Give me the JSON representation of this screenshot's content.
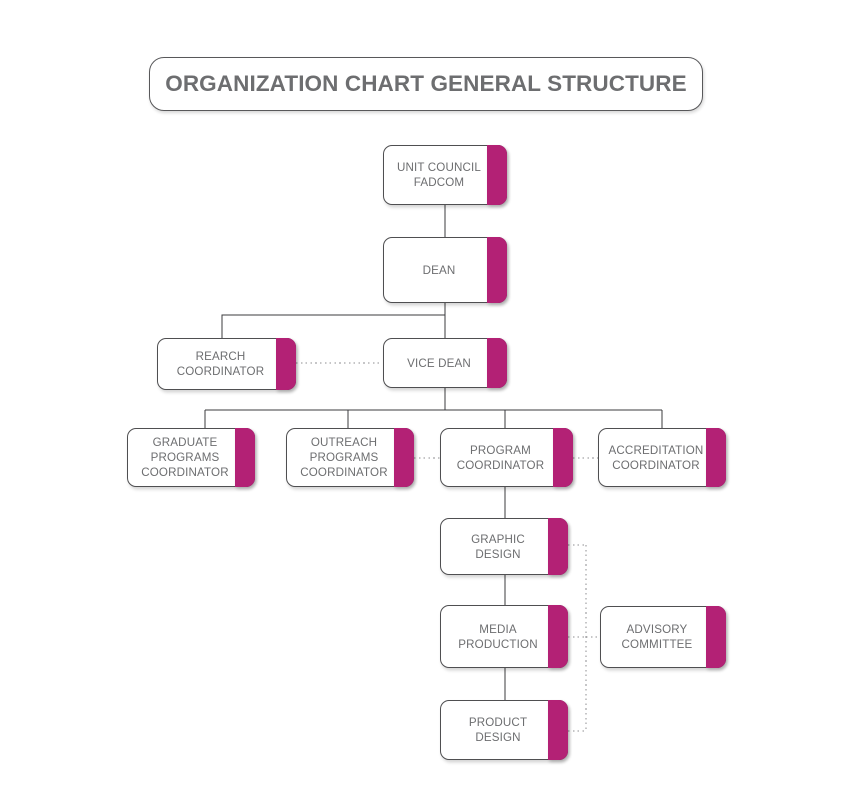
{
  "title": {
    "text": "ORGANIZATION CHART GENERAL STRUCTURE"
  },
  "colors": {
    "accent": "#b32175",
    "node_border": "#4f4f51",
    "text": "#6d6e70",
    "title_border": "#58585a",
    "connector": "#3b3b3d",
    "background": "#ffffff"
  },
  "chart_data": {
    "type": "diagram",
    "subtype": "organization-chart",
    "title": "ORGANIZATION CHART GENERAL STRUCTURE",
    "nodes": [
      {
        "id": "unit-council",
        "label": "UNIT COUNCIL\nFADCOM",
        "level": 0
      },
      {
        "id": "dean",
        "label": "DEAN",
        "level": 1
      },
      {
        "id": "rearch-coordinator",
        "label": "REARCH\nCOORDINATOR",
        "level": 2
      },
      {
        "id": "vice-dean",
        "label": "VICE DEAN",
        "level": 2
      },
      {
        "id": "graduate-programs",
        "label": "GRADUATE\nPROGRAMS\nCOORDINATOR",
        "level": 3
      },
      {
        "id": "outreach-programs",
        "label": "OUTREACH\nPROGRAMS\nCOORDINATOR",
        "level": 3
      },
      {
        "id": "program-coordinator",
        "label": "PROGRAM\nCOORDINATOR",
        "level": 3
      },
      {
        "id": "accreditation",
        "label": "ACCREDITATION\nCOORDINATOR",
        "level": 3
      },
      {
        "id": "graphic-design",
        "label": "GRAPHIC\nDESIGN",
        "level": 4
      },
      {
        "id": "media-production",
        "label": "MEDIA\nPRODUCTION",
        "level": 5
      },
      {
        "id": "advisory-committee",
        "label": "ADVISORY\nCOMMITTEE",
        "level": 5
      },
      {
        "id": "product-design",
        "label": "PRODUCT\nDESIGN",
        "level": 6
      }
    ],
    "edges": [
      {
        "from": "unit-council",
        "to": "dean",
        "style": "solid"
      },
      {
        "from": "dean",
        "to": "vice-dean",
        "style": "solid"
      },
      {
        "from": "dean",
        "to": "rearch-coordinator",
        "style": "solid"
      },
      {
        "from": "rearch-coordinator",
        "to": "vice-dean",
        "style": "dotted"
      },
      {
        "from": "vice-dean",
        "to": "graduate-programs",
        "style": "solid"
      },
      {
        "from": "vice-dean",
        "to": "outreach-programs",
        "style": "solid"
      },
      {
        "from": "vice-dean",
        "to": "program-coordinator",
        "style": "solid"
      },
      {
        "from": "vice-dean",
        "to": "accreditation",
        "style": "solid"
      },
      {
        "from": "outreach-programs",
        "to": "program-coordinator",
        "style": "dotted"
      },
      {
        "from": "program-coordinator",
        "to": "accreditation",
        "style": "dotted"
      },
      {
        "from": "program-coordinator",
        "to": "graphic-design",
        "style": "solid"
      },
      {
        "from": "graphic-design",
        "to": "media-production",
        "style": "solid"
      },
      {
        "from": "media-production",
        "to": "product-design",
        "style": "solid"
      },
      {
        "from": "media-production",
        "to": "advisory-committee",
        "style": "dotted"
      },
      {
        "from": "graphic-design",
        "to": "advisory-committee",
        "style": "dotted"
      },
      {
        "from": "product-design",
        "to": "advisory-committee",
        "style": "dotted"
      }
    ]
  }
}
